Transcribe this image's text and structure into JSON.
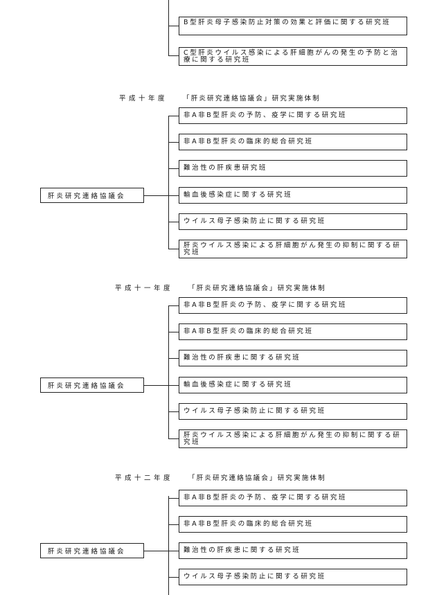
{
  "top_section": {
    "boxes": [
      "B型肝炎母子感染防止対策の効果と評価に関する研究班",
      "C型肝炎ウイルス感染による肝細胞がんの発生の予防と治療に関する研究班"
    ]
  },
  "sections": [
    {
      "year": "平成十年度",
      "title": "「肝炎研究連絡協議会」研究実施体制",
      "root": "肝炎研究連絡協議会",
      "boxes": [
        "非A非B型肝炎の予防、疫学に関する研究班",
        "非A非B型肝炎の臨床的総合研究班",
        "難治性の肝疾患研究班",
        "輸血後感染症に関する研究班",
        "ウイルス母子感染防止に関する研究班",
        "肝炎ウイルス感染による肝細胞がん発生の抑制に関する研究班"
      ]
    },
    {
      "year": "平成十一年度",
      "title": "「肝炎研究連絡協議会」研究実施体制",
      "root": "肝炎研究連絡協議会",
      "boxes": [
        "非A非B型肝炎の予防、疫学に関する研究班",
        "非A非B型肝炎の臨床的総合研究班",
        "難治性の肝疾患に関する研究班",
        "輸血後感染症に関する研究班",
        "ウイルス母子感染防止に関する研究班",
        "肝炎ウイルス感染による肝細胞がん発生の抑制に関する研究班"
      ]
    },
    {
      "year": "平成十二年度",
      "title": "「肝炎研究連絡協議会」研究実施体制",
      "root": "肝炎研究連絡協議会",
      "boxes": [
        "非A非B型肝炎の予防、疫学に関する研究班",
        "非A非B型肝炎の臨床的総合研究班",
        "難治性の肝疾患に関する研究班",
        "ウイルス母子感染防止に関する研究班"
      ]
    }
  ]
}
